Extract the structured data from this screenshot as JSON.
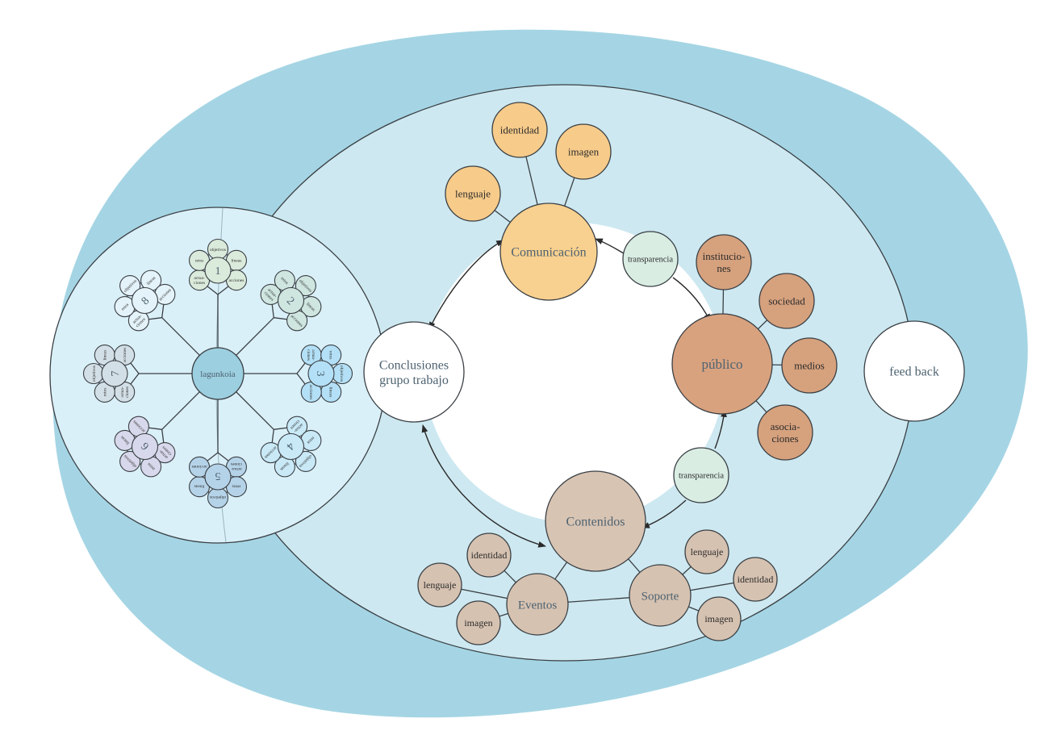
{
  "colors": {
    "outer_egg": "#a5d5e4",
    "inner_ellipse": "#cde8f0",
    "left_circle": "#daf0f8",
    "hub": "#9ccfe0",
    "comunicacion": "#f8d08f",
    "comunicacion_sat": "#f7cb8a",
    "publico": "#d8a27f",
    "publico_sat": "#d6a17d",
    "contenidos": "#d8c4b3",
    "contenidos_sat": "#d6c2b1",
    "transparencia": "#d9ede3",
    "white_node": "#ffffff",
    "group_colors": [
      "#daeadb",
      "#cfe6e0",
      "#b3e0f6",
      "#c9e9f7",
      "#b5d3e8",
      "#d8d8ec",
      "#d3dfe6",
      "#e4f3f9"
    ]
  },
  "left_cluster": {
    "hub_label": "lagunkoia",
    "groups": [
      {
        "number": "1",
        "satellites": [
          "objetivos",
          "líneas",
          "acciones",
          "actua-ciones",
          "retos"
        ]
      },
      {
        "number": "2",
        "satellites": [
          "objetivos",
          "líneas",
          "acciones",
          "actua-ciones",
          "retos"
        ]
      },
      {
        "number": "3",
        "satellites": [
          "objetivos",
          "líneas",
          "acciones",
          "actua-ciones",
          "retos"
        ]
      },
      {
        "number": "4",
        "satellites": [
          "objetivos",
          "líneas",
          "acciones",
          "actua-ciones",
          "retos"
        ]
      },
      {
        "number": "5",
        "satellites": [
          "objetivos",
          "líneas",
          "acciones",
          "actua-ciones",
          "retos"
        ]
      },
      {
        "number": "6",
        "satellites": [
          "objetivos",
          "líneas",
          "acciones",
          "actua-ciones",
          "retos"
        ]
      },
      {
        "number": "7",
        "satellites": [
          "objetivos",
          "líneas",
          "acciones",
          "actua-ciones",
          "retos"
        ]
      },
      {
        "number": "8",
        "satellites": [
          "objetivos",
          "líneas",
          "acciones",
          "actua-ciones",
          "retos"
        ]
      }
    ]
  },
  "nodes": {
    "conclusiones": [
      "Conclusiones",
      "grupo trabajo"
    ],
    "feedback": "feed back",
    "comunicacion": {
      "label": "Comunicación",
      "satellites": [
        "lenguaje",
        "identidad",
        "imagen"
      ]
    },
    "transparencia_top": "transparencia",
    "publico": {
      "label": "público",
      "satellites": [
        [
          "institucio-",
          "nes"
        ],
        [
          "sociedad"
        ],
        [
          "medios"
        ],
        [
          "asocia-",
          "ciones"
        ]
      ]
    },
    "transparencia_bottom": "transparencia",
    "contenidos": {
      "label": "Contenidos",
      "eventos": {
        "label": "Eventos",
        "satellites": [
          "identidad",
          "lenguaje",
          "imagen"
        ]
      },
      "soporte": {
        "label": "Soporte",
        "satellites": [
          "lenguaje",
          "identidad",
          "imagen"
        ]
      }
    }
  }
}
